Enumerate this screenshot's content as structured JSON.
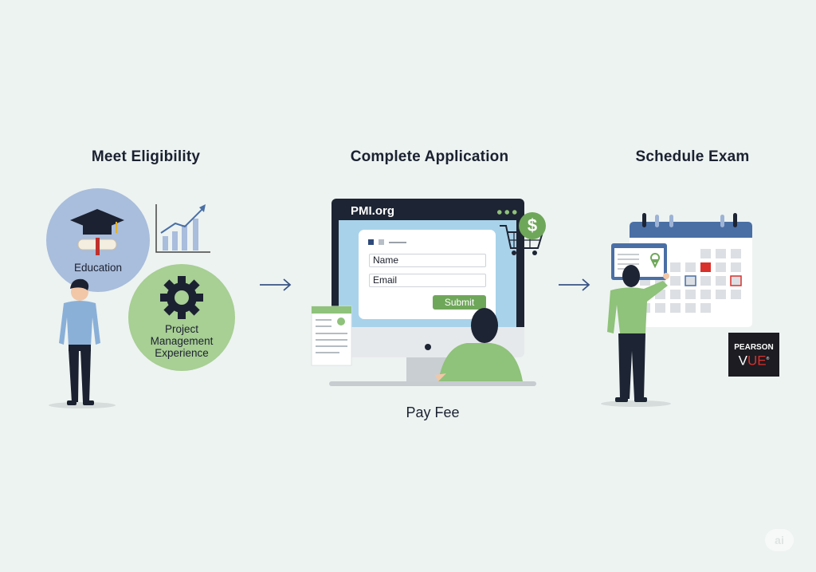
{
  "steps": [
    {
      "title": "Meet Eligibility",
      "items": [
        "Education",
        "Project Management Experience"
      ]
    },
    {
      "title": "Complete Application",
      "site": "PMI.org",
      "form": {
        "name_field": "Name",
        "email_field": "Email",
        "submit_label": "Submit"
      },
      "caption": "Pay Fee",
      "currency_symbol": "$"
    },
    {
      "title": "Schedule Exam",
      "provider": {
        "line1": "PEARSON",
        "line2_v": "V",
        "line2_ue": "UE",
        "mark": "®"
      }
    }
  ],
  "watermark": "ai",
  "colors": {
    "background": "#edf3f1",
    "blue": "#4a6fa5",
    "green": "#6fa75a",
    "red": "#d9302c",
    "dark": "#1d2433"
  }
}
